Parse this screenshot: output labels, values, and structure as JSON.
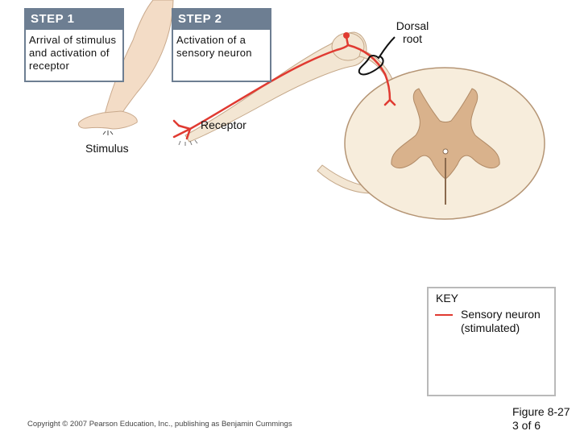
{
  "step1": {
    "title": "STEP 1",
    "text": "Arrival of stimulus and activation of receptor"
  },
  "step2": {
    "title": "STEP 2",
    "text": "Activation of a sensory neuron"
  },
  "labels": {
    "dorsal_root": "Dorsal root",
    "receptor": "Receptor",
    "stimulus": "Stimulus"
  },
  "key": {
    "title": "KEY",
    "entry": "Sensory neuron (stimulated)",
    "entry_color": "#e03a31"
  },
  "footer": {
    "copyright": "Copyright © 2007 Pearson Education, Inc., publishing as Benjamin Cummings",
    "figure": "Figure 8-27",
    "page": "3 of 6"
  },
  "colors": {
    "step_header": "#6d7e92",
    "neuron": "#e03a31",
    "skin": "#f3dcc6",
    "white_matter": "#f7eddc",
    "gray_matter": "#d9b28c"
  }
}
